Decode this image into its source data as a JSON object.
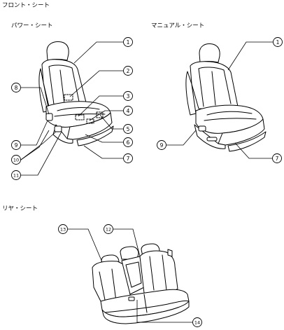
{
  "headings": {
    "front_seat": "フロント・シート",
    "power_seat": "パワー・シート",
    "manual_seat": "マニュアル・シート",
    "rear_seat": "リヤ・シート"
  },
  "callouts": {
    "power": [
      "1",
      "2",
      "3",
      "4",
      "5",
      "6",
      "7",
      "8",
      "9",
      "10",
      "11"
    ],
    "manual": [
      "1",
      "9",
      "7"
    ],
    "rear": [
      "13",
      "12",
      "14"
    ]
  }
}
